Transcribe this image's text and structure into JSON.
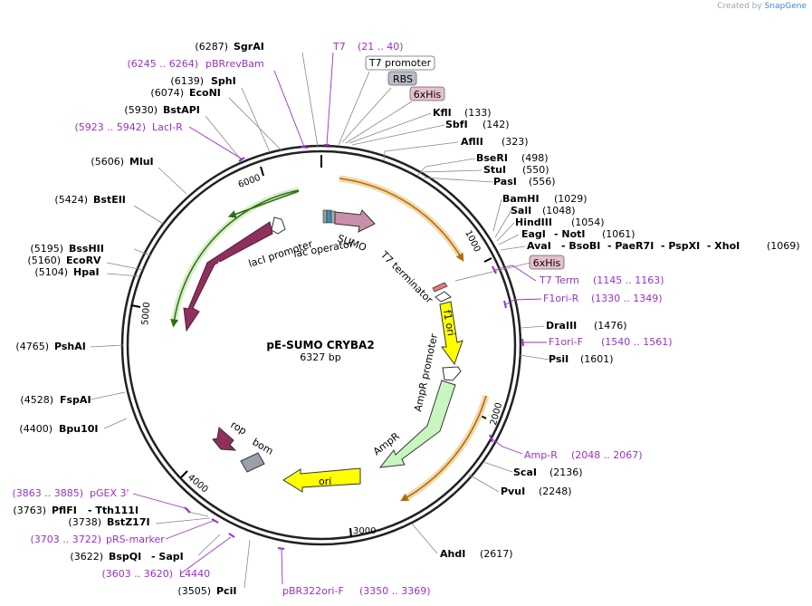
{
  "credit": {
    "prefix": "Created by",
    "brand": "SnapGene"
  },
  "plasmid": {
    "name": "pE-SUMO CRYBA2",
    "length": "6327 bp"
  },
  "sites": [
    {
      "pos": "(6287)",
      "name": "SgrAI"
    },
    {
      "pos": "(6139)",
      "name": "SphI"
    },
    {
      "pos": "(6074)",
      "name": "EcoNI"
    },
    {
      "pos": "(5930)",
      "name": "BstAPI"
    },
    {
      "pos": "(5606)",
      "name": "MluI"
    },
    {
      "pos": "(5424)",
      "name": "BstEII"
    },
    {
      "pos": "(5195)",
      "name": "BssHII"
    },
    {
      "pos": "(5160)",
      "name": "EcoRV"
    },
    {
      "pos": "(5104)",
      "name": "HpaI"
    },
    {
      "pos": "(4765)",
      "name": "PshAI"
    },
    {
      "pos": "(4528)",
      "name": "FspAI"
    },
    {
      "pos": "(4400)",
      "name": "Bpu10I"
    },
    {
      "pos": "(3763)",
      "name": "PflFI",
      "extra": "- Tth111I"
    },
    {
      "pos": "(3738)",
      "name": "BstZ17I"
    },
    {
      "pos": "(3622)",
      "name": "BspQI",
      "extra": "- SapI"
    },
    {
      "pos": "(3505)",
      "name": "PciI"
    },
    {
      "name": "KflI",
      "pos": "(133)"
    },
    {
      "name": "SbfI",
      "pos": "(142)"
    },
    {
      "name": "AflII",
      "pos": "(323)"
    },
    {
      "name": "BseRI",
      "pos": "(498)"
    },
    {
      "name": "StuI",
      "pos": "(550)"
    },
    {
      "name": "PasI",
      "pos": "(556)"
    },
    {
      "name": "BamHI",
      "pos": "(1029)"
    },
    {
      "name": "SalI",
      "pos": "(1048)"
    },
    {
      "name": "HindIII",
      "pos": "(1054)"
    },
    {
      "name": "EagI",
      "extra": "- NotI",
      "pos": "(1061)"
    },
    {
      "name": "AvaI",
      "extra": "- BsoBI  - PaeR7I  - PspXI  - XhoI",
      "pos": "(1069)"
    },
    {
      "name": "DraIII",
      "pos": "(1476)"
    },
    {
      "name": "PsiI",
      "pos": "(1601)"
    },
    {
      "name": "ScaI",
      "pos": "(2136)"
    },
    {
      "name": "PvuI",
      "pos": "(2248)"
    },
    {
      "name": "AhdI",
      "pos": "(2617)"
    }
  ],
  "primers": [
    {
      "range": "(6245 .. 6264)",
      "name": "pBRrevBam"
    },
    {
      "range": "(5923 .. 5942)",
      "name": "LacI-R"
    },
    {
      "name": "T7",
      "range": "(21 .. 40)"
    },
    {
      "name": "T7 Term",
      "range": "(1145 .. 1163)"
    },
    {
      "name": "F1ori-R",
      "range": "(1330 .. 1349)"
    },
    {
      "name": "F1ori-F",
      "range": "(1540 .. 1561)"
    },
    {
      "name": "Amp-R",
      "range": "(2048 .. 2067)"
    },
    {
      "range": "(3863 .. 3885)",
      "name": "pGEX 3'"
    },
    {
      "range": "(3703 .. 3722)",
      "name": "pRS-marker"
    },
    {
      "range": "(3603 .. 3620)",
      "name": "L4440"
    },
    {
      "name": "pBR322ori-F",
      "range": "(3350 .. 3369)"
    }
  ],
  "boxes": {
    "t7_promoter": "T7 promoter",
    "rbs": "RBS",
    "his_top": "6xHis",
    "his_right": "6xHis"
  },
  "features": {
    "laci": "lacI",
    "laci_promoter": "lacI promoter",
    "lac_operator": "lac operator",
    "sumo": "SUMO",
    "t7_terminator": "T7 terminator",
    "f1_ori": "f1 ori",
    "ampr_promoter": "AmpR promoter",
    "ampr": "AmpR",
    "ori": "ori",
    "rop": "rop",
    "bom": "bom"
  },
  "ticks": [
    "1000",
    "2000",
    "3000",
    "4000",
    "5000",
    "6000"
  ],
  "colors": {
    "primer": "#9b30c8",
    "laci": "#8e2f5e",
    "sumo": "#c98fa9",
    "f1ori": "#ffff00",
    "ampr": "#c8f5c0",
    "ori": "#ffff00",
    "backbone": "#222222",
    "orange_arc": "#e4a34b",
    "green_arc": "#52a52e"
  }
}
